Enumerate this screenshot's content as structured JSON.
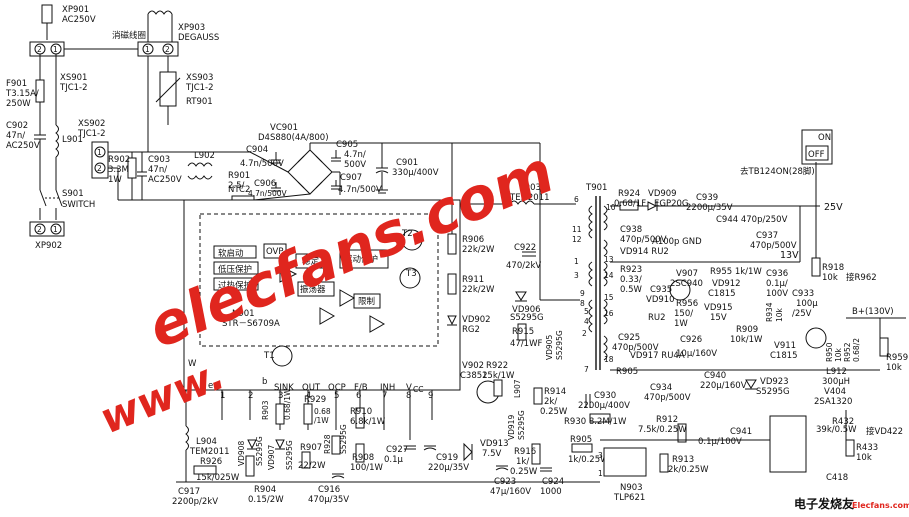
{
  "top_left": {
    "plug": [
      "XP901",
      "AC250V"
    ],
    "degauss_coil": [
      "消磁线圈"
    ],
    "degauss_plug": [
      "XP903",
      "DEGAUSS"
    ],
    "fuse": [
      "F901",
      "T3.15A/",
      "250W"
    ],
    "switch_conn": [
      "XS901",
      "TJC1-2"
    ],
    "cap_c902": [
      "C902",
      "47n/",
      "AC250V"
    ],
    "inductor_l901": "L901",
    "xs903": [
      "XS903",
      "TJC1-2"
    ],
    "rt901": "RT901",
    "xs902": [
      "XS902",
      "TJC1-2"
    ],
    "r902": [
      "R902",
      "3.3M",
      "1W"
    ],
    "c903": [
      "C903",
      "47n/",
      "AC250V"
    ],
    "l902": "L902",
    "r901": [
      "R901",
      "2.5/",
      "NTC2"
    ],
    "s901": [
      "S901",
      "SWITCH"
    ],
    "xp902": "XP902",
    "pin_1": "1",
    "pin_2": "2"
  },
  "bridge": {
    "vc901": [
      "VC901",
      "D4S880(4A/800)"
    ],
    "c904": [
      "C904",
      "4.7n/500V"
    ],
    "c905": [
      "C905",
      "4.7n/",
      "500V"
    ],
    "c906": [
      "C906",
      "4.7n/500V"
    ],
    "c907": [
      "C907",
      "4.7n/500V"
    ],
    "c901": [
      "C901",
      "330μ/400V"
    ]
  },
  "ic": {
    "ovp": "OVP",
    "soft_start": "软启动",
    "low_voltage": "低压保护",
    "overheat": "过热保护",
    "stable": "稳定",
    "drive_protect": "驱动保护",
    "oscillator": "振荡器",
    "limiter": "限制",
    "n901": [
      "N901",
      "STR－S6709A"
    ],
    "t1": "T1",
    "t2": "T2",
    "t3": "T3",
    "w": "W",
    "e": "e",
    "b": "b",
    "pin_labels": [
      "SINK",
      "OUT",
      "OCP",
      "F/B",
      "INH",
      "V",
      "CC"
    ],
    "pin_nums": [
      "1",
      "2",
      "3",
      "4",
      "5",
      "6",
      "7",
      "8",
      "9"
    ]
  },
  "right_side": {
    "l903": [
      "L903",
      "TEM2011"
    ],
    "t901": "T901",
    "r924": [
      "R924",
      "0.68/1F"
    ],
    "vd909": [
      "VD909",
      "EGP20G"
    ],
    "c939": [
      "C939",
      "2200μ/35V"
    ],
    "c944": "C944 470p/250V",
    "c938": [
      "C938",
      "470p/500V"
    ],
    "c937": [
      "C937",
      "470p/500V"
    ],
    "a100p_gnd": "A100p GND",
    "v25": "25V",
    "vd914": "VD914 RU2",
    "r923": [
      "R923",
      "0.33/",
      "0.5W"
    ],
    "c935": "C935",
    "v907": [
      "V907",
      "2SC940"
    ],
    "r955": "R955 1k/1W",
    "vd912": "VD912",
    "c1815": "C1815",
    "c936": [
      "C936",
      "0.1μ/",
      "100V"
    ],
    "v13": "13V",
    "vd910": [
      "VD910",
      "RU2"
    ],
    "r956": [
      "R956",
      "150/",
      "1W"
    ],
    "vd915": [
      "VD915",
      "15V"
    ],
    "c925": [
      "C925",
      "470p/500V"
    ],
    "c926": [
      "C926",
      "10μ/160V"
    ],
    "vd917": "VD917 RU4A",
    "r909": [
      "R909",
      "10k/1W"
    ],
    "r905": "R905",
    "c934": [
      "C934",
      "470p/500V"
    ],
    "c940": [
      "C940",
      "220μ/160V"
    ],
    "tb_note": "去TB124ON(28脚)",
    "on": "ON",
    "off": "OFF",
    "r918": [
      "R918",
      "10k"
    ],
    "r962": "接R962",
    "c933": [
      "C933",
      "100μ",
      "/25V"
    ],
    "r934": [
      "R934",
      "10k"
    ],
    "v911": [
      "V911",
      "C1815"
    ],
    "r950": [
      "R950",
      "10k"
    ],
    "r952": [
      "R952",
      "0.68/2"
    ],
    "b_plus": "B+(130V)",
    "l912": [
      "L912",
      "300μH"
    ],
    "v404": [
      "V404",
      "2SA1320"
    ],
    "r959": [
      "R959",
      "10k"
    ],
    "r432": "R432",
    "r432_val": "39k/0.5W",
    "vd422": "接VD422",
    "r433": [
      "R433",
      "10k"
    ],
    "c418": "C418",
    "vd923": [
      "VD923",
      "S5295G"
    ],
    "r906": [
      "R906",
      "22k/2W"
    ],
    "r911": [
      "R911",
      "22k/2W"
    ],
    "vd902": [
      "VD902",
      "RG2"
    ],
    "c922": [
      "C922",
      "470/2kV"
    ],
    "vd906": [
      "VD906",
      "S5295G"
    ],
    "r915": [
      "R915",
      "47/1WF"
    ],
    "vd905": [
      "VD905",
      "S5295G"
    ],
    "l907": "L907",
    "v902": [
      "V902",
      "C3852"
    ],
    "r922": [
      "R922",
      "15k/1W"
    ],
    "vd919": [
      "VD919",
      "S5295G"
    ],
    "r914": [
      "R914",
      "2k/",
      "0.25W"
    ],
    "c930": [
      "C930",
      "2200μ/400V"
    ],
    "r930": "R930 8.2M/1W",
    "r912": [
      "R912",
      "7.5k/0.25W"
    ],
    "c941": [
      "C941",
      "0.1μ/100V"
    ],
    "r913": [
      "R913",
      "2k/0.25W"
    ],
    "n903": [
      "N903",
      "TLP621"
    ],
    "wind_nums": [
      "6",
      "10",
      "11",
      "12",
      "13",
      "14",
      "15",
      "16",
      "9",
      "8",
      "5",
      "4",
      "2",
      "18",
      "7",
      "1",
      "3"
    ]
  },
  "bottom": {
    "l904": [
      "L904",
      "TEM2011"
    ],
    "r926": [
      "R926",
      "15k/025W"
    ],
    "c917": [
      "C917",
      "2200p/2kV"
    ],
    "r904": [
      "R904",
      "0.15/2W"
    ],
    "r903": [
      "R903",
      "0.68/1W"
    ],
    "r929": "R929",
    "r929_val": [
      "0.68",
      "/1W"
    ],
    "vd908": [
      "VD908",
      "S5295G"
    ],
    "vd907": [
      "VD907",
      "S5295G"
    ],
    "r907": [
      "R907",
      "22/2W"
    ],
    "r928": [
      "R928",
      "S5295G"
    ],
    "r910": [
      "R910",
      "6.8k/1W"
    ],
    "r908": [
      "R908",
      "100/1W"
    ],
    "c916": [
      "C916",
      "470μ/35V"
    ],
    "c927": [
      "C927",
      "0.1μ"
    ],
    "c919": [
      "C919",
      "220μ/35V"
    ],
    "vd913": [
      "VD913",
      "7.5V"
    ],
    "c923": [
      "C923",
      "47μ/160V"
    ],
    "r916": [
      "R916",
      "1k/",
      "0.25W"
    ],
    "c924": [
      "C924",
      "1000"
    ],
    "r905b": [
      "R905",
      "1k/0.25W"
    ],
    "brand_logo": "电子发烧友",
    "brand_site": "Elecfans.com"
  },
  "watermark": {
    "line1": "elecfans.com",
    "line2": "www.",
    "color": "#e0261e"
  }
}
